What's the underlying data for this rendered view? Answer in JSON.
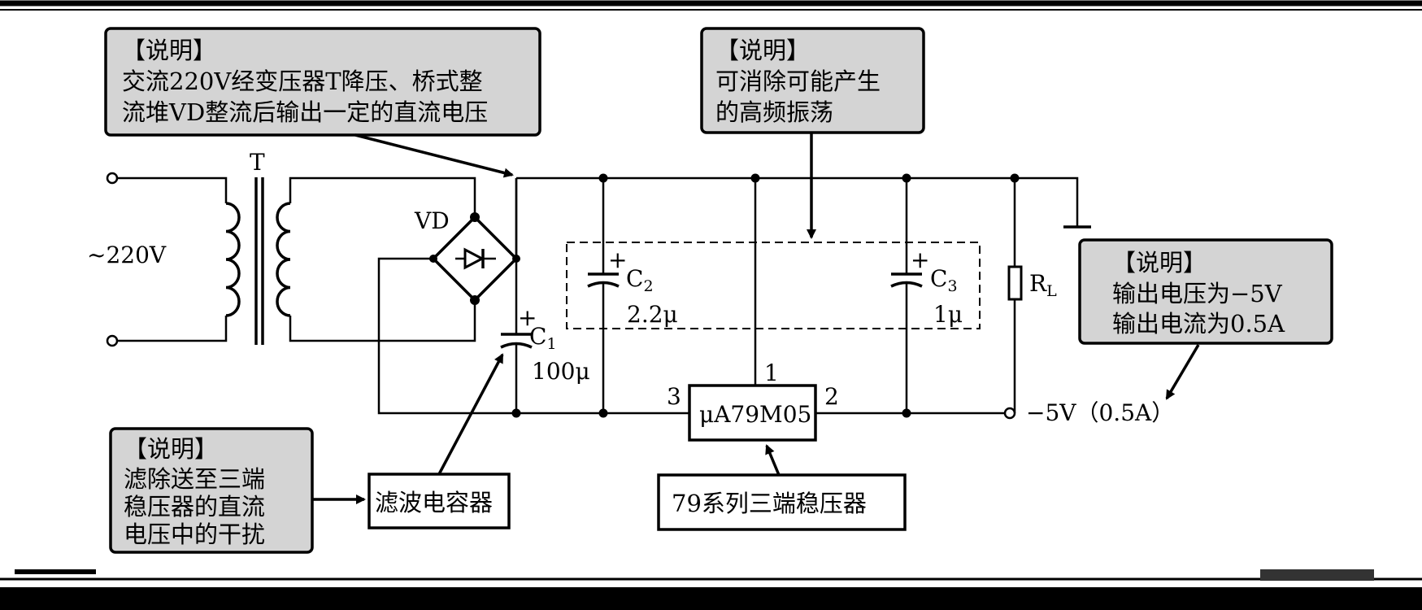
{
  "notes": {
    "note_transformer": {
      "title": "【说明】",
      "lines": [
        "交流220V经变压器T降压、桥式整",
        "流堆VD整流后输出一定的直流电压"
      ]
    },
    "note_hf": {
      "title": "【说明】",
      "lines": [
        "可消除可能产生",
        "的高频振荡"
      ]
    },
    "note_output": {
      "title": "【说明】",
      "lines": [
        "输出电压为−5V",
        "输出电流为0.5A"
      ]
    },
    "note_filter": {
      "title": "【说明】",
      "lines": [
        "滤除送至三端",
        "稳压器的直流",
        "电压中的干扰"
      ]
    }
  },
  "boxes": {
    "filter_cap": "滤波电容器",
    "regulator_series": "79系列三端稳压器"
  },
  "components": {
    "transformer": "T",
    "input_voltage": "~220V",
    "bridge": "VD",
    "regulator": "μA79M05",
    "c1": {
      "name": "C",
      "sub": "1",
      "value": "100μ"
    },
    "c2": {
      "name": "C",
      "sub": "2",
      "value": "2.2μ"
    },
    "c3": {
      "name": "C",
      "sub": "3",
      "value": "1μ"
    },
    "rl": {
      "name": "R",
      "sub": "L"
    },
    "pin1": "1",
    "pin2": "2",
    "pin3": "3",
    "plus": "+",
    "output_label": "−5V（0.5A）"
  }
}
